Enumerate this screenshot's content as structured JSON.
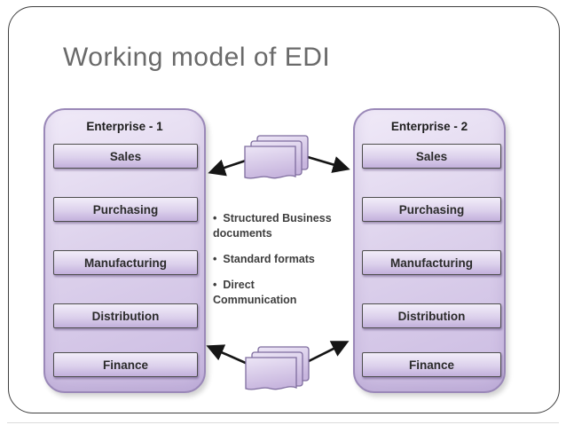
{
  "slide": {
    "title": "Working model of EDI"
  },
  "diagram": {
    "bullet_char": "•",
    "enterprise1": {
      "title": "Enterprise - 1",
      "departments": [
        "Sales",
        "Purchasing",
        "Manufacturing",
        "Distribution",
        "Finance"
      ]
    },
    "enterprise2": {
      "title": "Enterprise - 2",
      "departments": [
        "Sales",
        "Purchasing",
        "Manufacturing",
        "Distribution",
        "Finance"
      ]
    },
    "bullets": [
      {
        "text": "Structured Business documents",
        "lines": [
          "Structured Business",
          "documents"
        ]
      },
      {
        "text": "Standard formats",
        "lines": [
          "Standard formats",
          ""
        ]
      },
      {
        "text": "Direct Communication",
        "lines": [
          "Direct",
          "Communication"
        ]
      }
    ],
    "icons": {
      "top_center": "documents-stack-icon",
      "bottom_center": "documents-stack-icon"
    }
  },
  "colors": {
    "frame_border": "#3f3f3f",
    "title_text": "#6a6a6a",
    "container_fill_top": "#f0eaf8",
    "container_fill_bottom": "#cbbbe2",
    "container_border": "#9a88b8",
    "box_fill_top": "#f2edf9",
    "box_fill_bottom": "#c3b0dc",
    "box_border": "#4d4d4d",
    "box_text": "#2b2b2b",
    "bullet_text": "#3d3d3d",
    "arrow": "#151515",
    "page_border": "#7e6c9e"
  }
}
